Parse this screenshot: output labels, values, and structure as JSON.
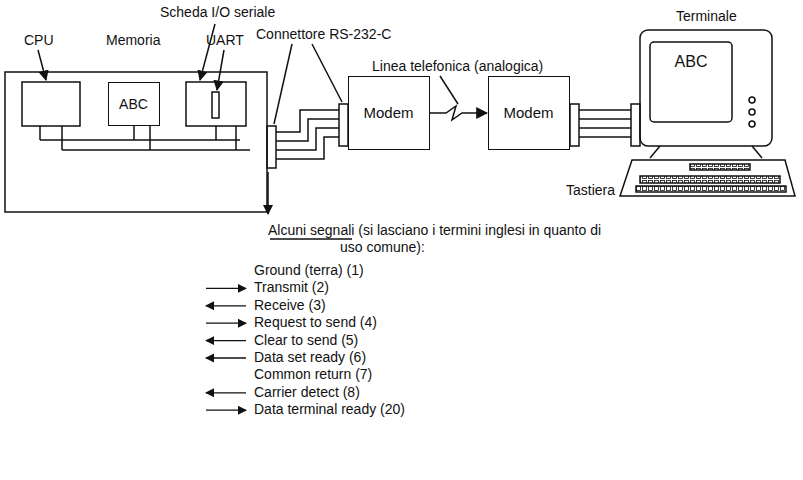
{
  "diagram": {
    "nodes": [
      {
        "text": [
          "ABC"
        ]
      },
      {
        "text": [
          "Modem"
        ]
      },
      {
        "text": [
          "Modem"
        ]
      },
      {
        "text": [
          "ABC"
        ]
      }
    ],
    "edges": [
      {
        "from": 1,
        "to": 2,
        "arrow": "to"
      },
      {
        "from": 2,
        "to": 3,
        "arrow": "none"
      }
    ],
    "labels": [
      "Scheda I/O seriale",
      "CPU",
      "Memoria",
      "UART",
      "Connettore RS-232-C",
      "Linea telefonica (analogica)",
      "Terminale",
      "Tastiera",
      "Alcuni segnali (si lasciano i termini inglesi in quanto di uso comune):",
      "Ground (terra) (1)",
      "Transmit (2)",
      "Receive (3)",
      "Request to send (4)",
      "Clear to send (5)",
      "Data set ready (6)",
      "Common return (7)",
      "Carrier detect (8)",
      "Data terminal ready (20)"
    ]
  }
}
